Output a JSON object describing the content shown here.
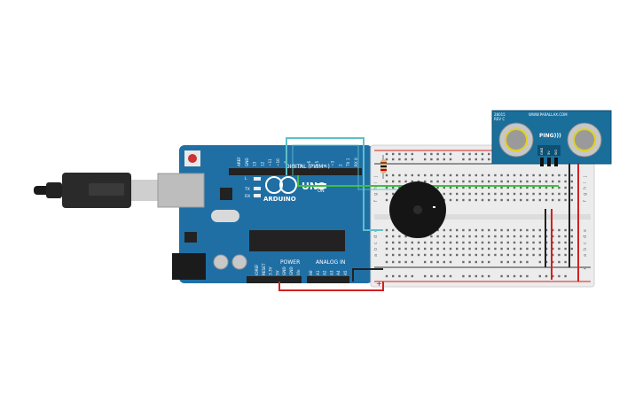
{
  "arduino": {
    "brand": "ARDUINO",
    "model": "UNO",
    "header_digital": "DIGITAL (PWM~)",
    "header_power": "POWER",
    "header_analog": "ANALOG IN",
    "pin_top": [
      "AREF",
      "GND",
      "13",
      "12",
      "~11",
      "~10",
      "~9",
      "8",
      "7",
      "~6",
      "~5",
      "4",
      "~3",
      "2",
      "TX 1",
      "RX 0"
    ],
    "pin_power": [
      "IOREF",
      "RESET",
      "3.3V",
      "5V",
      "GND",
      "GND",
      "Vin"
    ],
    "pin_analog": [
      "A0",
      "A1",
      "A2",
      "A3",
      "A4",
      "A5"
    ],
    "led_labels": [
      "L",
      "TX",
      "RX"
    ],
    "on_label": "ON"
  },
  "sensor": {
    "model_code": "28015",
    "rev": "REV C",
    "website": "WWW.PARALLAX.COM",
    "name": "PING)))",
    "pins": [
      "GND",
      "5V",
      "SIG"
    ]
  },
  "breadboard": {
    "rows_top": [
      "j",
      "i",
      "h",
      "g",
      "f"
    ],
    "rows_bottom": [
      "e",
      "d",
      "c",
      "b",
      "a"
    ],
    "rail_plus": "+",
    "rail_minus": "-"
  },
  "colors": {
    "board": "#1f6fa5",
    "wire_green": "#3fbf3f",
    "wire_red": "#d42020",
    "wire_black": "#222222",
    "wire_cyan": "#5fc0c8",
    "sensor_board": "#1a6e9a"
  }
}
